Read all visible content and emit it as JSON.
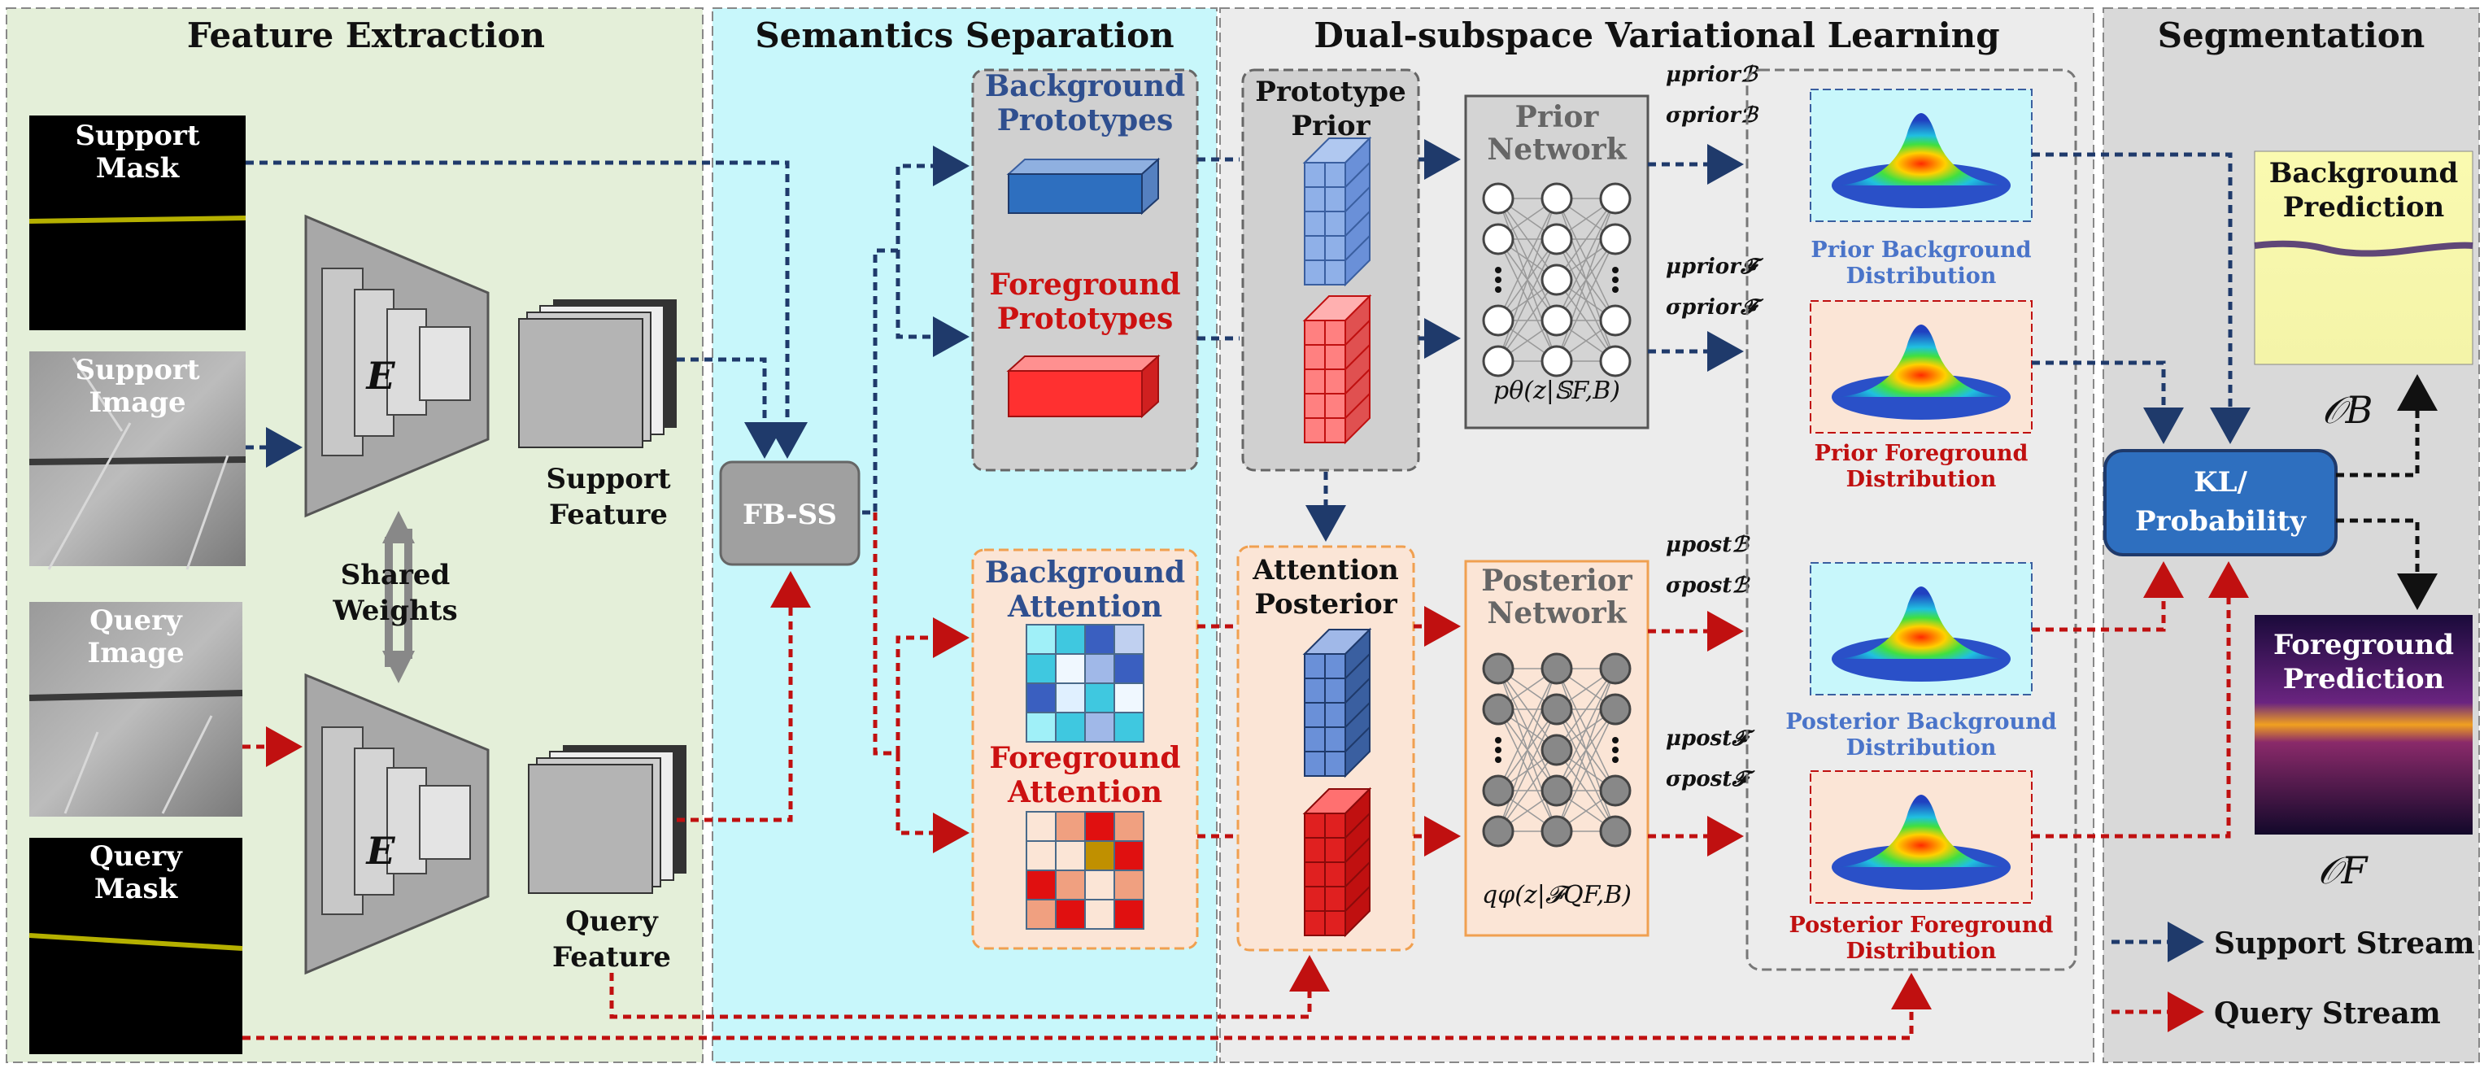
{
  "sections": {
    "feature_extraction": "Feature Extraction",
    "semantics_separation": "Semantics Separation",
    "dual_subspace": "Dual-subspace Variational Learning",
    "segmentation": "Segmentation"
  },
  "inputs": {
    "support_mask": [
      "Support",
      "Mask"
    ],
    "support_image": [
      "Support",
      "Image"
    ],
    "query_image": [
      "Query",
      "Image"
    ],
    "query_mask": [
      "Query",
      "Mask"
    ]
  },
  "encoder": {
    "symbol": "E",
    "shared": [
      "Shared",
      "Weights"
    ]
  },
  "features": {
    "support": [
      "Support",
      "Feature"
    ],
    "query": [
      "Query",
      "Feature"
    ]
  },
  "fbss": "FB-SS",
  "prototypes": {
    "background": [
      "Background",
      "Prototypes"
    ],
    "foreground": [
      "Foreground",
      "Prototypes"
    ]
  },
  "attention": {
    "background": [
      "Background",
      "Attention"
    ],
    "foreground": [
      "Foreground",
      "Attention"
    ]
  },
  "prototype_prior": [
    "Prototype",
    "Prior"
  ],
  "attention_posterior": [
    "Attention",
    "Posterior"
  ],
  "prior_network": {
    "title": [
      "Prior",
      "Network"
    ],
    "formula": "pθ(z|𝕊F,B)"
  },
  "posterior_network": {
    "title": [
      "Posterior",
      "Network"
    ],
    "formula": "qφ(z|𝓕QF,B)"
  },
  "params": {
    "mu_prior_b": "μpriorℬ",
    "sigma_prior_b": "σpriorℬ",
    "mu_prior_f": "μprior𝓕",
    "sigma_prior_f": "σprior𝓕",
    "mu_post_b": "μpostℬ",
    "sigma_post_b": "σpostℬ",
    "mu_post_f": "μpost𝓕",
    "sigma_post_f": "σpost𝓕"
  },
  "distributions": {
    "prior_bg": [
      "Prior Background",
      "Distribution"
    ],
    "prior_fg": [
      "Prior Foreground",
      "Distribution"
    ],
    "post_bg": [
      "Posterior Background",
      "Distribution"
    ],
    "post_fg": [
      "Posterior Foreground",
      "Distribution"
    ]
  },
  "kl": [
    "KL/",
    "Probability"
  ],
  "predictions": {
    "background": [
      "Background",
      "Prediction"
    ],
    "foreground": [
      "Foreground",
      "Prediction"
    ],
    "ob": "𝒪B",
    "of": "𝒪F"
  },
  "legend": {
    "support": "Support Stream",
    "query": "Query Stream"
  },
  "colors": {
    "support_stream": "#1f3a6b",
    "query_stream": "#c01010"
  }
}
